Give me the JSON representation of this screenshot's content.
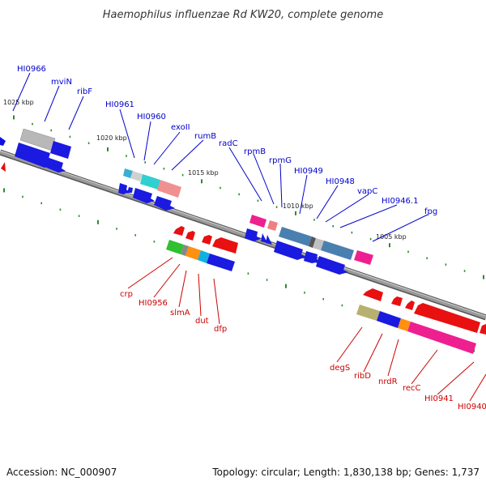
{
  "title": "Haemophilus influenzae Rd KW20, complete genome",
  "accession": "Accession: NC_000907",
  "topology": "Topology: circular; Length: 1,830,138 bp; Genes: 1,737",
  "colors": {
    "backbone": "#888888",
    "ticks": "#2d8a2d",
    "top_labels": "#0000cc",
    "bottom_labels": "#cc0000"
  },
  "kbp_marks": [
    "1025 kbp",
    "1020 kbp",
    "1015 kbp",
    "1010 kbp",
    "1005 kbp"
  ],
  "top_genes": [
    "HI0966",
    "mviN",
    "ribF",
    "HI0961",
    "HI0960",
    "exoII",
    "rumB",
    "radC",
    "rpmB",
    "rpmG",
    "HI0949",
    "HI0948",
    "vapC",
    "HI0946.1",
    "fpg"
  ],
  "bottom_genes": [
    "crp",
    "HI0956",
    "slmA",
    "dut",
    "dfp",
    "degS",
    "ribD",
    "nrdR",
    "recC",
    "HI0941",
    "HI0940"
  ]
}
